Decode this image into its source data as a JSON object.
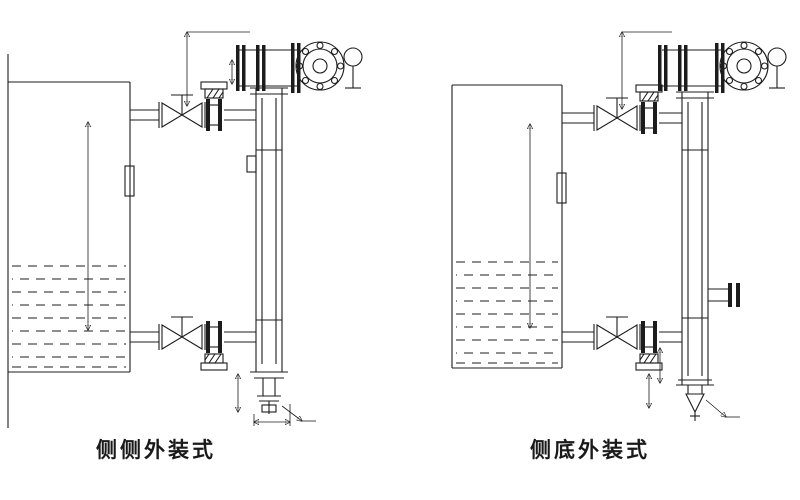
{
  "page": {
    "background": "#ffffff",
    "line_color": "#1c1c1c"
  },
  "diagrams": {
    "left": {
      "label": "侧侧外装式",
      "meaning": "side-side external mounted level gauge"
    },
    "right": {
      "label": "侧底外装式",
      "meaning": "side-bottom external mounted level gauge"
    }
  }
}
